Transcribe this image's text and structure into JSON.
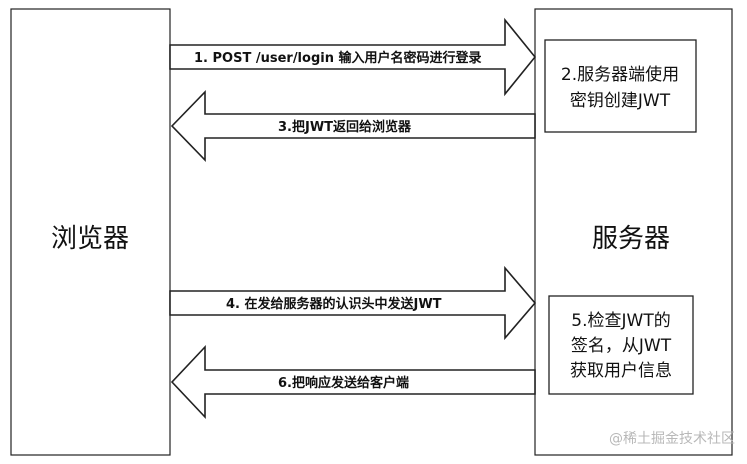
{
  "entities": {
    "browser": "浏览器",
    "server": "服务器"
  },
  "arrows": [
    {
      "label": "1. POST /user/login 输入用户名密码进行登录",
      "direction": "right"
    },
    {
      "label": "3.把JWT返回给浏览器",
      "direction": "left"
    },
    {
      "label": "4. 在发给服务器的认识头中发送JWT",
      "direction": "right"
    },
    {
      "label": "6.把响应发送给客户端",
      "direction": "left"
    }
  ],
  "notes": [
    {
      "lines": [
        "2.服务器端使用",
        "密钥创建JWT"
      ]
    },
    {
      "lines": [
        "5.检查JWT的",
        "签名，从JWT",
        "获取用户信息"
      ]
    }
  ],
  "watermark": "@稀土掘金技术社区",
  "colors": {
    "stroke": "#222222",
    "fill": "#ffffff",
    "watermark": "#b8b8b8"
  }
}
